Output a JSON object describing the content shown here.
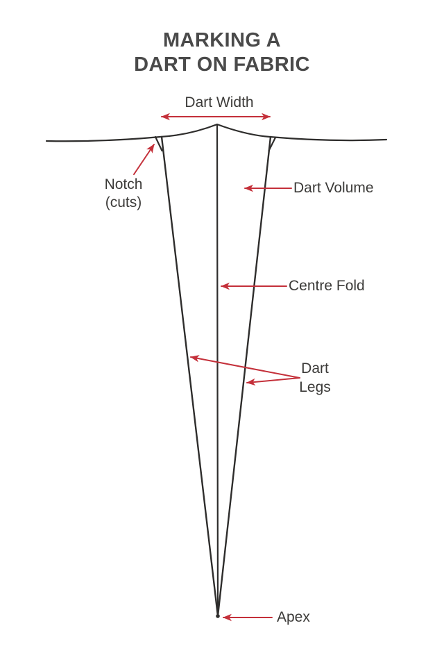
{
  "colors": {
    "background": "#ffffff",
    "ink": "#2e2d2c",
    "accent_red": "#c4303a",
    "label_text": "#3b3a38",
    "title_text": "#4a4a4a"
  },
  "title": {
    "line1": "MARKING A",
    "line2": "DART ON FABRIC"
  },
  "labels": {
    "dart_width": "Dart Width",
    "notch": {
      "line1": "Notch",
      "line2": "(cuts)"
    },
    "dart_volume": "Dart Volume",
    "centre_fold": "Centre Fold",
    "dart_legs": {
      "line1": "Dart",
      "line2": "Legs"
    },
    "apex": "Apex"
  }
}
